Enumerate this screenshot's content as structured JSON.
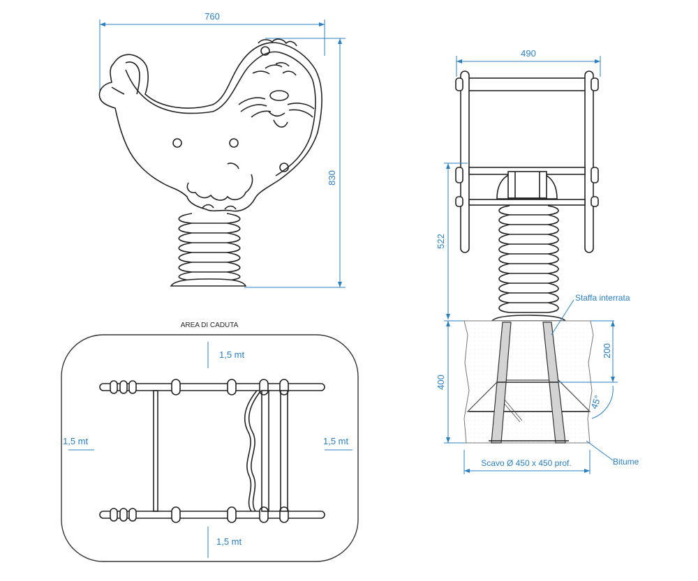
{
  "front_view": {
    "width_dim": "760",
    "height_dim": "830"
  },
  "side_view": {
    "width_dim": "490",
    "height_dim": "522",
    "ground_depth_dim": "400",
    "bracket_depth_dim": "200",
    "angle_dim": "45°",
    "label_bracket": "Staffa interrata",
    "label_bitumen": "Bitume",
    "label_excavation": "Scavo Ø 450 x 450 prof."
  },
  "plan_view": {
    "title": "AREA DI CADUTA",
    "clearance_top": "1,5 mt",
    "clearance_bottom": "1,5 mt",
    "clearance_left": "1,5 mt",
    "clearance_right": "1,5 mt"
  },
  "colors": {
    "dimension": "#2a7fc1",
    "line": "#222222"
  }
}
